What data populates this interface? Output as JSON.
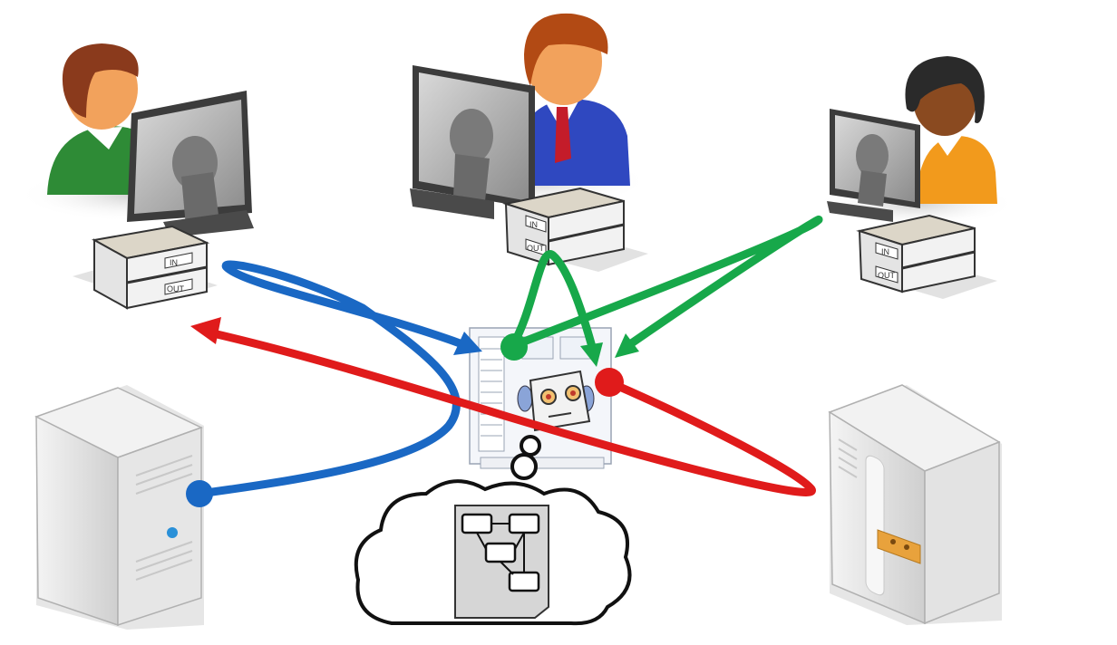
{
  "users": [
    {
      "id": "user-left",
      "shirt": "#2e8b36",
      "hair": "#8a3a1c",
      "skin": "#f2a25c"
    },
    {
      "id": "user-center",
      "shirt": "#2f48c0",
      "hair": "#b24a14",
      "skin": "#f2a25c"
    },
    {
      "id": "user-right",
      "shirt": "#f29a1c",
      "hair": "#2a2a2a",
      "skin": "#8a4a20"
    }
  ],
  "trays": [
    {
      "id": "tray-left",
      "label_top": "IN",
      "label_bottom": "OUT"
    },
    {
      "id": "tray-center",
      "label_top": "IN",
      "label_bottom": "OUT"
    },
    {
      "id": "tray-right",
      "label_top": "IN",
      "label_bottom": "OUT"
    }
  ],
  "flows": [
    {
      "id": "blue-flow",
      "color": "#1a68c4"
    },
    {
      "id": "green-flow",
      "color": "#17a84a"
    },
    {
      "id": "red-flow",
      "color": "#e01b1b"
    }
  ],
  "icons": [
    "user-icon",
    "computer-monitor-icon",
    "in-out-tray-icon",
    "server-tower-icon",
    "workflow-robot-icon",
    "thought-cloud-icon",
    "process-diagram-icon"
  ]
}
